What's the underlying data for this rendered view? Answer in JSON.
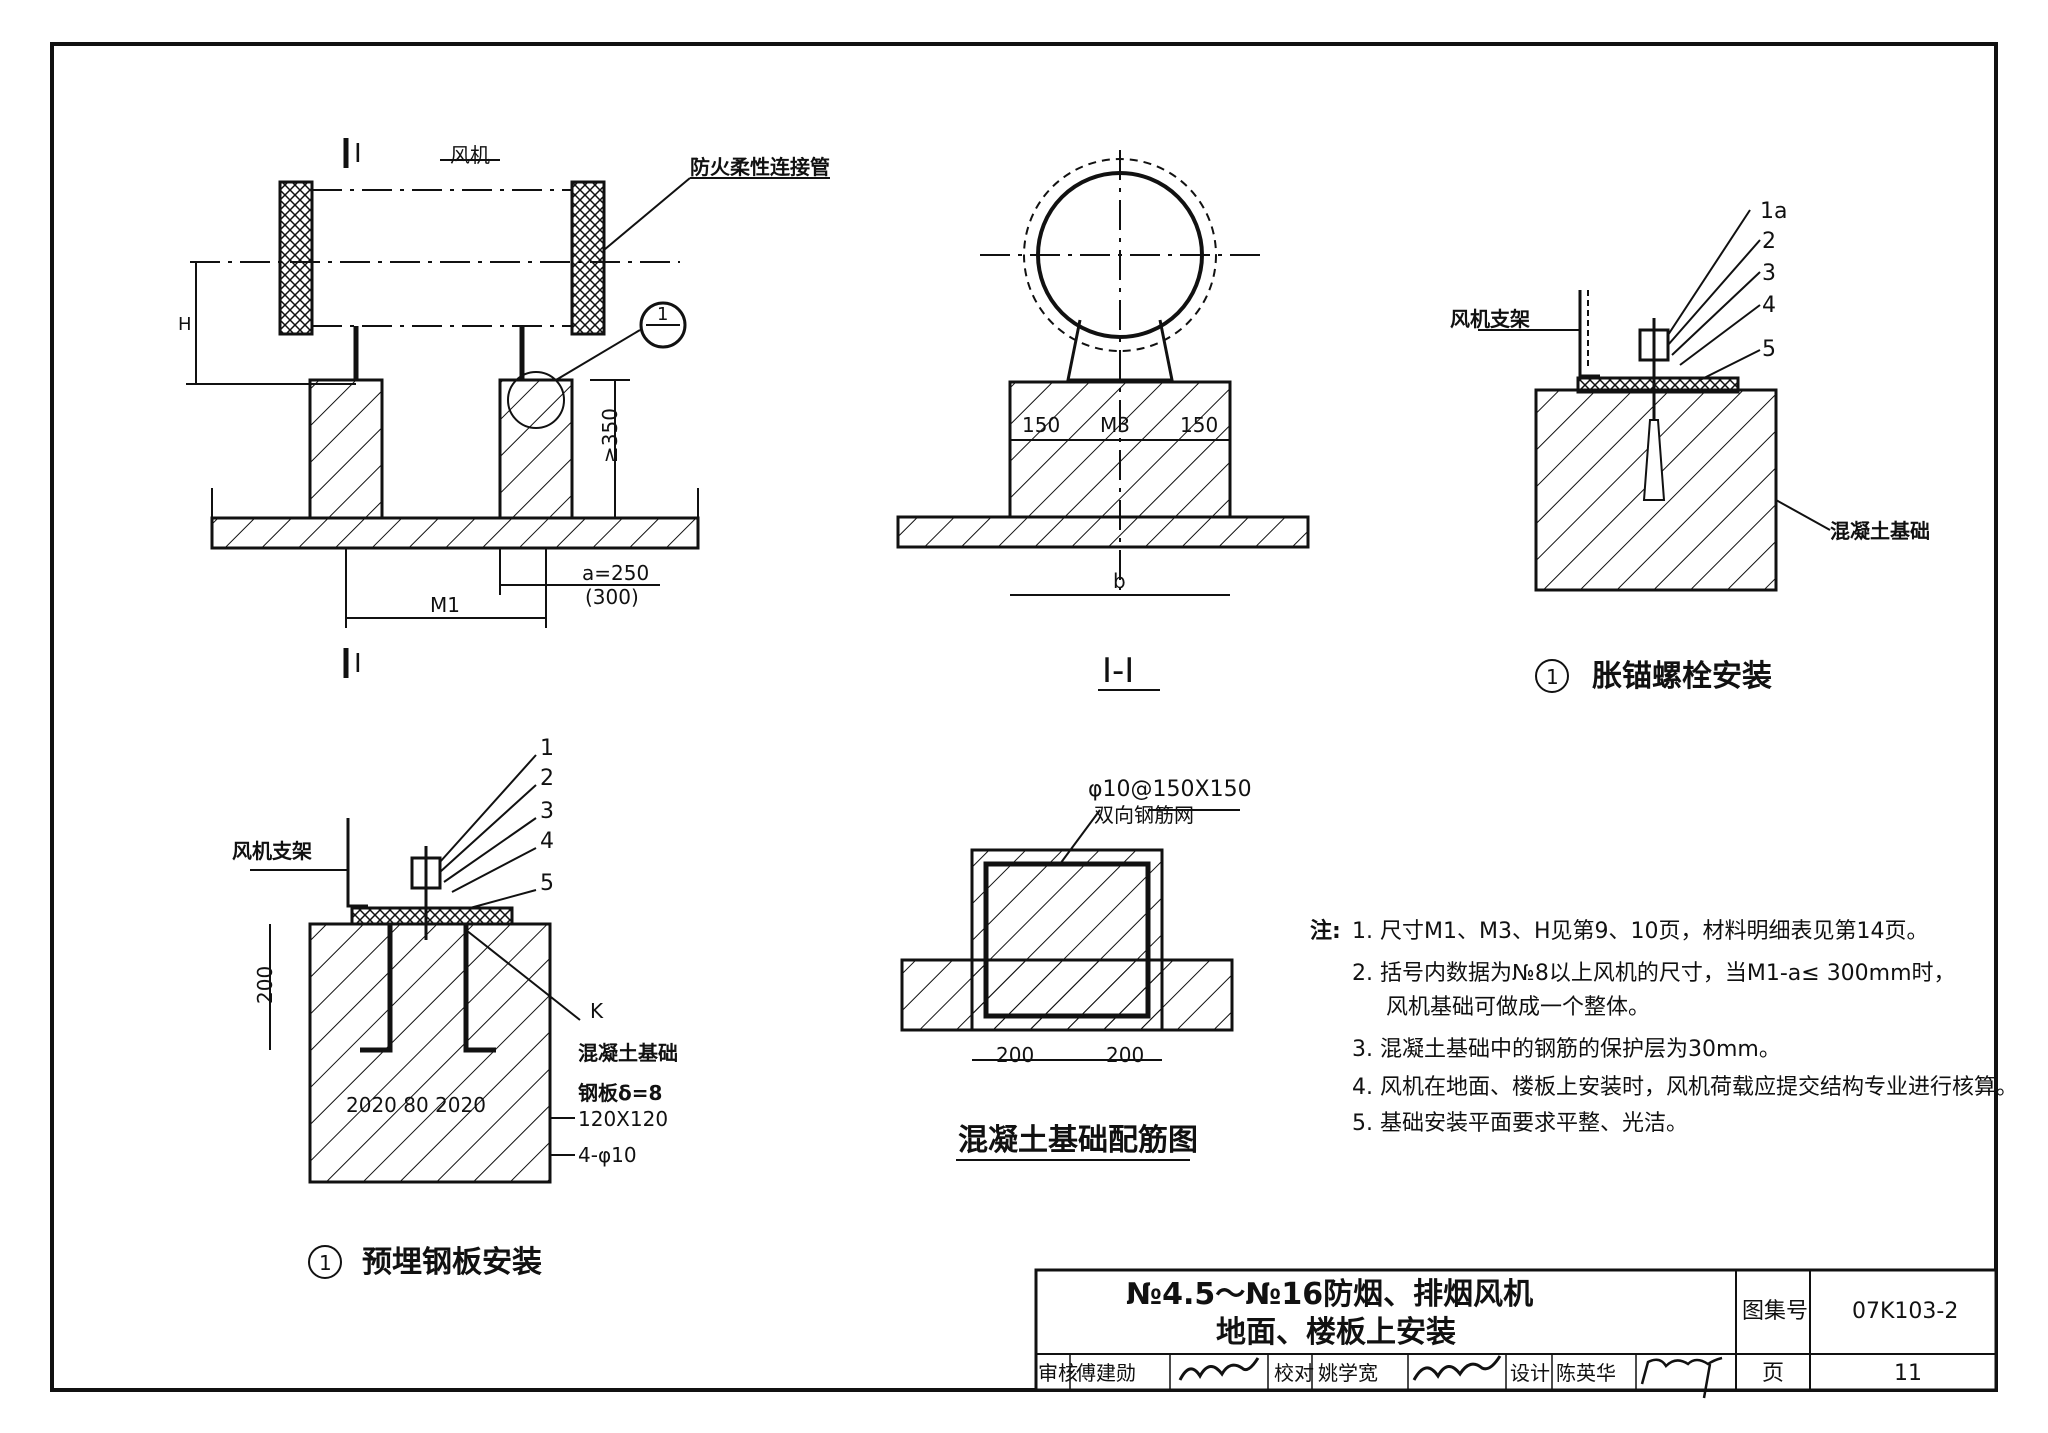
{
  "drawing": {
    "fan_label": "风机",
    "flex_pipe_label": "防火柔性连接管",
    "dim_H": "H",
    "dim_350": "≥350",
    "dim_a": "a=250",
    "dim_a_alt": "(300)",
    "dim_M1": "M1",
    "section_mark_I": "I",
    "detail_mark": "1",
    "section_title": "I-I",
    "dim_150_left": "150",
    "dim_M3": "M3",
    "dim_150_right": "150",
    "dim_b": "b",
    "anchor_title": "胀锚螺栓安装",
    "fan_bracket": "风机支架",
    "concrete_base": "混凝土基础",
    "part_1a": "1a",
    "part_1": "1",
    "part_2": "2",
    "part_3": "3",
    "part_4": "4",
    "part_5": "5",
    "embed_title": "预埋钢板安装",
    "dim_200": "200",
    "weld_mark": "K",
    "steel_plate": "钢板δ=8",
    "steel_plate_size": "120X120",
    "rebar": "4-φ10",
    "dim_row": "2020  80  2020",
    "rebar_mesh": "φ10@150X150",
    "rebar_mesh_desc": "双向钢筋网",
    "dim_200_left": "200",
    "dim_200_right": "200",
    "rebar_title": "混凝土基础配筋图"
  },
  "notes": {
    "prefix": "注:",
    "n1": "1. 尺寸M1、M3、H见第9、10页，材料明细表见第14页。",
    "n2a": "2. 括号内数据为№8以上风机的尺寸，当M1-a≤ 300mm时，",
    "n2b": "风机基础可做成一个整体。",
    "n3": "3. 混凝土基础中的钢筋的保护层为30mm。",
    "n4": "4. 风机在地面、楼板上安装时，风机荷载应提交结构专业进行核算。",
    "n5": "5. 基础安装平面要求平整、光洁。"
  },
  "title_block": {
    "title_line1": "№4.5～№16防烟、排烟风机",
    "title_line2": "地面、楼板上安装",
    "atlas_label": "图集号",
    "atlas_no": "07K103-2",
    "page_label": "页",
    "page_no": "11",
    "review_label": "审核",
    "review_name": "傅建勋",
    "check_label": "校对",
    "check_name": "姚学宽",
    "design_label": "设计",
    "design_name": "陈英华"
  }
}
